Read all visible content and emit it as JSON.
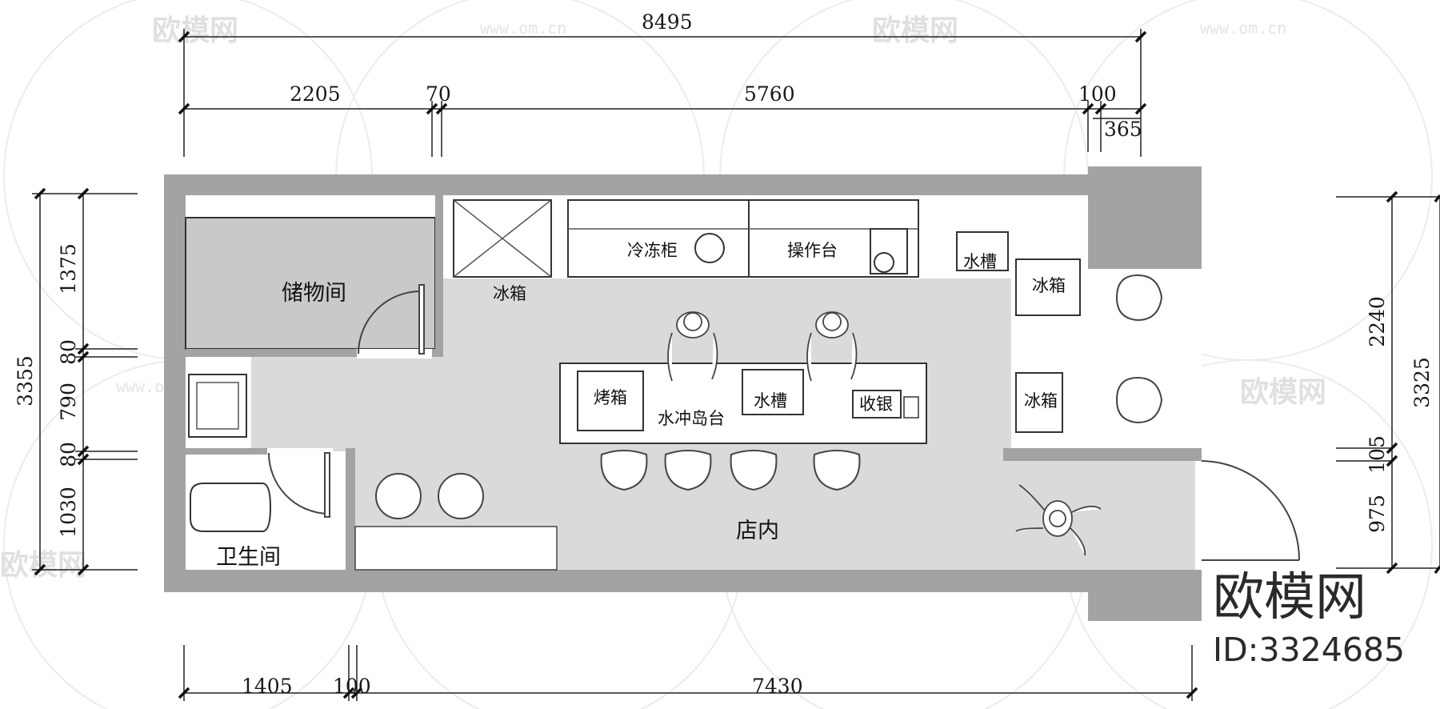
{
  "dimensions": {
    "top_total": "8495",
    "top_seg1": "2205",
    "top_seg2": "70",
    "top_seg3": "5760",
    "top_seg4": "100",
    "top_seg5": "365",
    "left_total": "3355",
    "left_seg1": "1375",
    "left_seg2": "80",
    "left_seg3": "790",
    "left_seg4": "80",
    "left_seg5": "1030",
    "right_total": "3325",
    "right_seg1": "2240",
    "right_seg2": "105",
    "right_seg3": "975",
    "bottom_seg1": "1405",
    "bottom_seg2": "100",
    "bottom_seg3": "7430"
  },
  "rooms": {
    "storage": "储物间",
    "toilet": "卫生间",
    "shop": "店内"
  },
  "equipment": {
    "fridge_top": "冰箱",
    "freezer": "冷冻柜",
    "workbench": "操作台",
    "sink_top": "水槽",
    "fridge_right_1": "冰箱",
    "fridge_right_2": "冰箱",
    "oven": "烤箱",
    "island": "水冲岛台",
    "sink_island": "水槽",
    "cashier": "收银"
  },
  "watermark": {
    "brand_text": "欧模网",
    "url_text": "www.om.cn"
  },
  "brand": {
    "logo": "欧模网",
    "id": "ID:3324685"
  }
}
